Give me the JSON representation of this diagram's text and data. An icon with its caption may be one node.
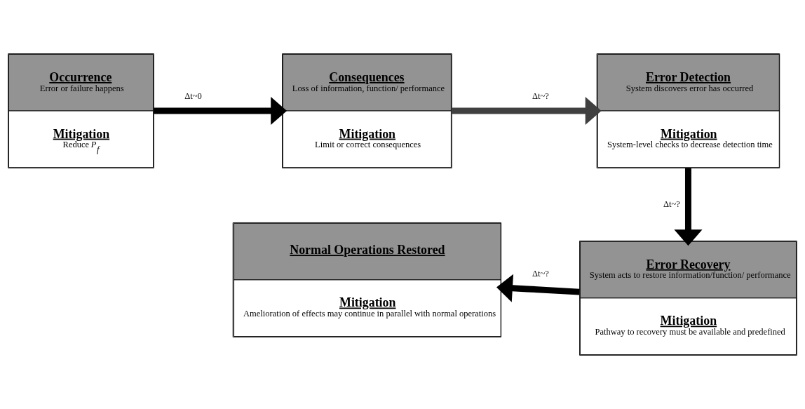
{
  "diagram": {
    "nodes": [
      {
        "text": [
          "Occurrence",
          "Error or failure happens",
          "Mitigation",
          "Reduce *P*$_{f}$"
        ]
      },
      {
        "text": [
          "Consequences",
          "Loss of information, function/ performance",
          "Mitigation",
          "Limit or correct consequences"
        ]
      },
      {
        "text": [
          "Error Detection",
          "System discovers error has occurred",
          "Mitigation",
          "System-level checks to decrease detection time"
        ]
      },
      {
        "text": [
          "Error Recovery",
          "System acts to restore information/function/ performance",
          "Mitigation",
          "Pathway to recovery must be available and predefined"
        ]
      },
      {
        "text": [
          "Normal Operations Restored",
          "Mitigation",
          "Amelioration of effects may continue in parallel with normal operations"
        ]
      }
    ],
    "edges": [
      {
        "from": 0,
        "to": 1,
        "arrow": "to",
        "label": "Δt~0"
      },
      {
        "from": 1,
        "to": 2,
        "arrow": "to",
        "label": "Δt~?",
        "color": "#404040"
      },
      {
        "from": 2,
        "to": 3,
        "arrow": "to",
        "label": "Δt~?"
      },
      {
        "from": 3,
        "to": 4,
        "arrow": "to",
        "label": "Δt~?"
      }
    ]
  }
}
